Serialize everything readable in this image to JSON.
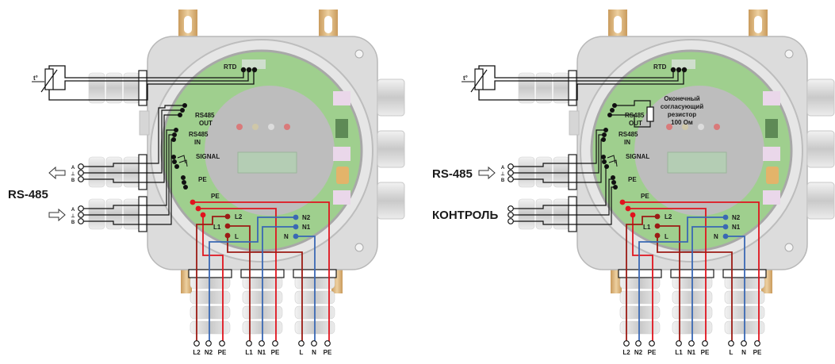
{
  "colors": {
    "enclosure": "#dcdcdc",
    "enclosure_edge": "#b8b8b8",
    "pcb": "#9fcf8e",
    "display_disc": "#bdbdbd",
    "lug": "#d8b27a",
    "wire_signal": "#111111",
    "wire_pe": "#e0141e",
    "wire_phase": "#9b1b14",
    "wire_neutral": "#3a68b4",
    "gland": "#d4d4d4"
  },
  "diagrams": [
    {
      "id": "left",
      "side_labels": {
        "main": "RS-485"
      },
      "sensor": {
        "label": "t°"
      },
      "rs485_ports": [
        {
          "direction": "out",
          "arrow": "arrow-left",
          "pins": [
            "A",
            "⊥",
            "B"
          ]
        },
        {
          "direction": "in",
          "arrow": "arrow-right",
          "pins": [
            "A",
            "⊥",
            "B"
          ]
        }
      ],
      "board_labels": {
        "rtd": "RTD",
        "rs485_out_1": "RS485",
        "rs485_out_2": "OUT",
        "rs485_in_1": "RS485",
        "rs485_in_2": "IN",
        "signal": "SIGNAL",
        "pe1": "PE",
        "pe2": "PE",
        "l2": "L2",
        "l1": "L1",
        "l": "L",
        "n2": "N2",
        "n1": "N1",
        "n": "N"
      },
      "bottom_terminals": [
        "L2",
        "N2",
        "PE",
        "L1",
        "N1",
        "PE",
        "L",
        "N",
        "PE"
      ]
    },
    {
      "id": "right",
      "side_labels": {
        "main": "RS-485",
        "control": "КОНТРОЛЬ"
      },
      "sensor": {
        "label": "t°"
      },
      "rs485_ports": [
        {
          "direction": "in",
          "arrow": "arrow-right",
          "pins": [
            "A",
            "⊥",
            "B"
          ]
        },
        {
          "direction": "control",
          "arrow": "",
          "pins": [
            "",
            "",
            ""
          ]
        }
      ],
      "resistor_note": [
        "Оконечный",
        "согласующий",
        "резистор",
        "100 Ом"
      ],
      "board_labels": {
        "rtd": "RTD",
        "rs485_out_1": "RS485",
        "rs485_out_2": "OUT",
        "rs485_in_1": "RS485",
        "rs485_in_2": "IN",
        "signal": "SIGNAL",
        "pe1": "PE",
        "pe2": "PE",
        "l2": "L2",
        "l1": "L1",
        "l": "L",
        "n2": "N2",
        "n1": "N1",
        "n": "N"
      },
      "bottom_terminals": [
        "L2",
        "N2",
        "PE",
        "L1",
        "N1",
        "PE",
        "L",
        "N",
        "PE"
      ]
    }
  ]
}
